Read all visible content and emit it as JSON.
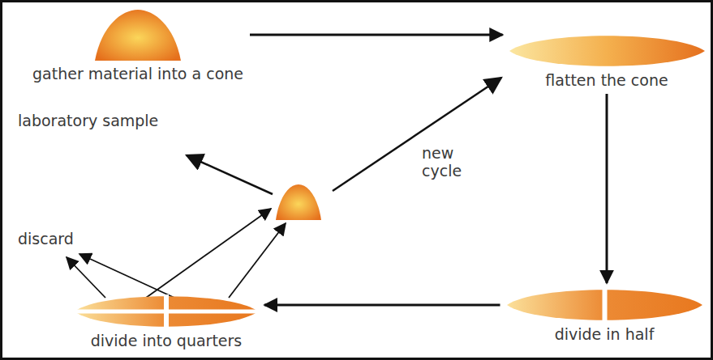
{
  "diagram": {
    "nodes": [
      {
        "text": [
          "gather material into a cone"
        ]
      },
      {
        "text": [
          "flatten the cone"
        ]
      },
      {
        "text": [
          "divide in half"
        ]
      },
      {
        "text": [
          "divide into quarters"
        ]
      }
    ],
    "edges": [
      {
        "from": 0,
        "to": 1,
        "arrow": "to"
      },
      {
        "from": 1,
        "to": 2,
        "arrow": "to"
      },
      {
        "from": 2,
        "to": 3,
        "arrow": "to"
      }
    ],
    "labels": [
      "laboratory sample",
      "discard",
      "new cycle"
    ]
  }
}
